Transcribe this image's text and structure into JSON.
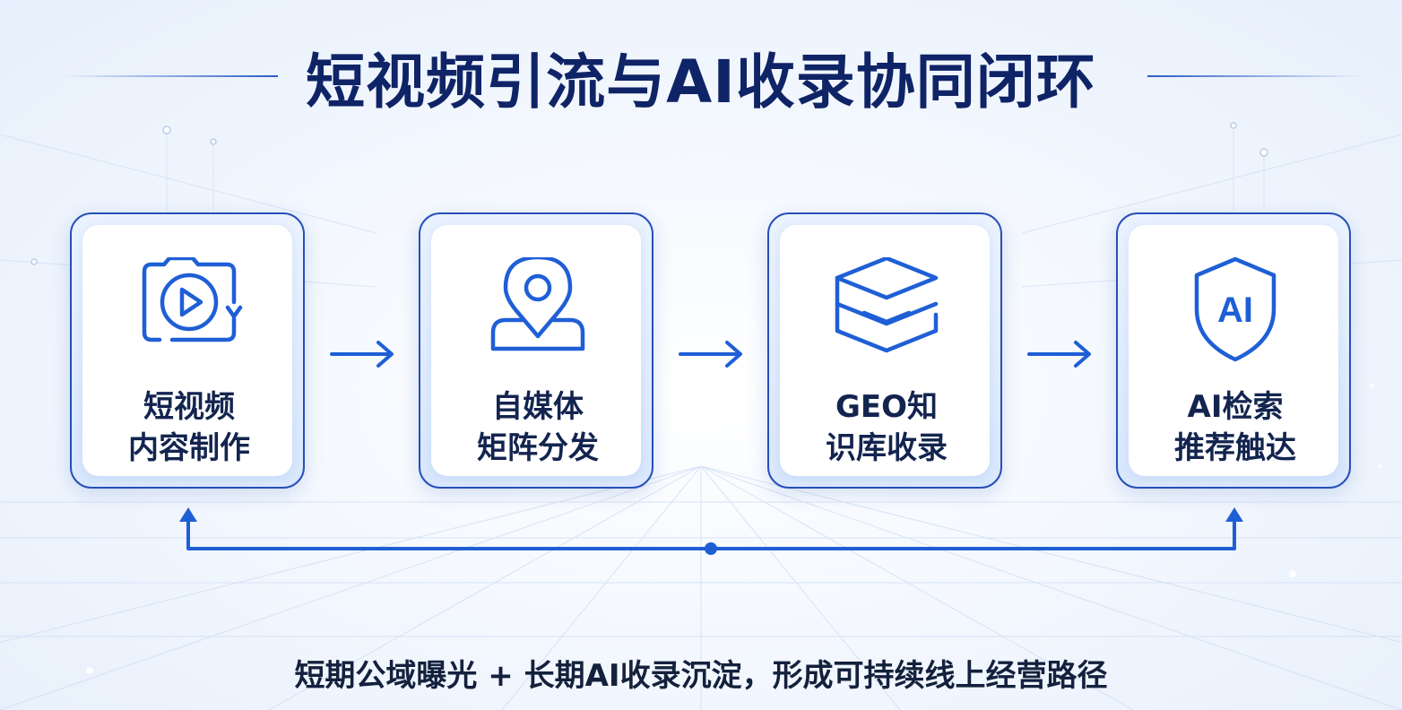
{
  "title": "短视频引流与AI收录协同闭环",
  "steps": [
    {
      "line1": "短视频",
      "line2": "内容制作",
      "icon": "video-camera-icon"
    },
    {
      "line1": "自媒体",
      "line2": "矩阵分发",
      "icon": "location-pin-user-icon"
    },
    {
      "line1": "GEO知",
      "line2": "识库收录",
      "icon": "layered-stack-icon"
    },
    {
      "line1": "AI检索",
      "line2": "推荐触达",
      "icon": "ai-shield-icon"
    }
  ],
  "badge_text": "AI",
  "footer": "短期公域曝光 + 长期AI收录沉淀，形成可持续线上经营路径",
  "colors": {
    "title": "#0f2466",
    "accent": "#1f5fd6",
    "card_border": "#2650b8",
    "text": "#13244f"
  }
}
